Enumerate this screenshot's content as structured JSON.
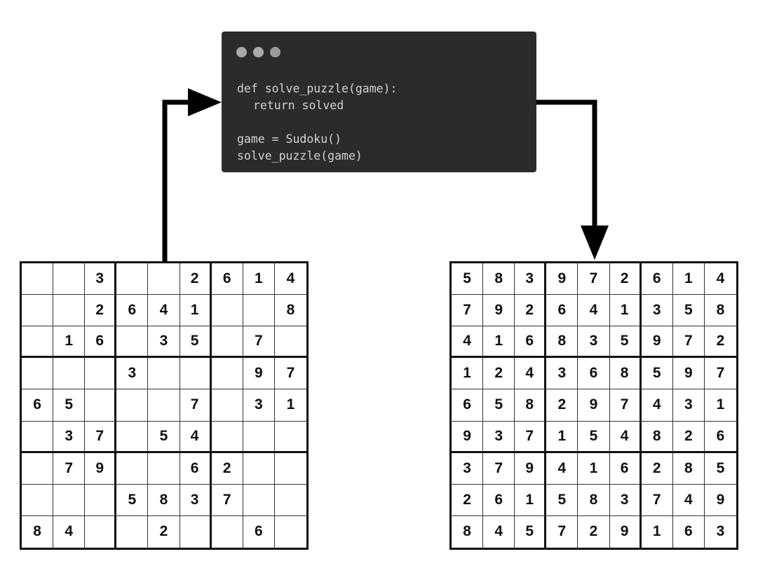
{
  "colors": {
    "code_background": "#2b2b2b",
    "code_text": "#d2d2d2",
    "window_dots": [
      "#a9a9a9",
      "#a9a9a9",
      "#9a9a9a"
    ],
    "arrow": "#000000",
    "grid_lines": "#111111"
  },
  "code_window": {
    "lines": [
      "def solve_puzzle(game):",
      "return solved",
      "",
      "game = Sudoku()",
      "solve_puzzle(game)"
    ]
  },
  "puzzle": [
    [
      "",
      "",
      "3",
      "",
      "",
      "2",
      "6",
      "1",
      "4"
    ],
    [
      "",
      "",
      "2",
      "6",
      "4",
      "1",
      "",
      "",
      "8"
    ],
    [
      "",
      "1",
      "6",
      "",
      "3",
      "5",
      "",
      "7",
      ""
    ],
    [
      "",
      "",
      "",
      "3",
      "",
      "",
      "",
      "9",
      "7"
    ],
    [
      "6",
      "5",
      "",
      "",
      "",
      "7",
      "",
      "3",
      "1"
    ],
    [
      "",
      "3",
      "7",
      "",
      "5",
      "4",
      "",
      "",
      ""
    ],
    [
      "",
      "7",
      "9",
      "",
      "",
      "6",
      "2",
      "",
      ""
    ],
    [
      "",
      "",
      "",
      "5",
      "8",
      "3",
      "7",
      "",
      ""
    ],
    [
      "8",
      "4",
      "",
      "",
      "2",
      "",
      "",
      "6",
      ""
    ]
  ],
  "solution": [
    [
      "5",
      "8",
      "3",
      "9",
      "7",
      "2",
      "6",
      "1",
      "4"
    ],
    [
      "7",
      "9",
      "2",
      "6",
      "4",
      "1",
      "3",
      "5",
      "8"
    ],
    [
      "4",
      "1",
      "6",
      "8",
      "3",
      "5",
      "9",
      "7",
      "2"
    ],
    [
      "1",
      "2",
      "4",
      "3",
      "6",
      "8",
      "5",
      "9",
      "7"
    ],
    [
      "6",
      "5",
      "8",
      "2",
      "9",
      "7",
      "4",
      "3",
      "1"
    ],
    [
      "9",
      "3",
      "7",
      "1",
      "5",
      "4",
      "8",
      "2",
      "6"
    ],
    [
      "3",
      "7",
      "9",
      "4",
      "1",
      "6",
      "2",
      "8",
      "5"
    ],
    [
      "2",
      "6",
      "1",
      "5",
      "8",
      "3",
      "7",
      "4",
      "9"
    ],
    [
      "8",
      "4",
      "5",
      "7",
      "2",
      "9",
      "1",
      "6",
      "3"
    ]
  ]
}
